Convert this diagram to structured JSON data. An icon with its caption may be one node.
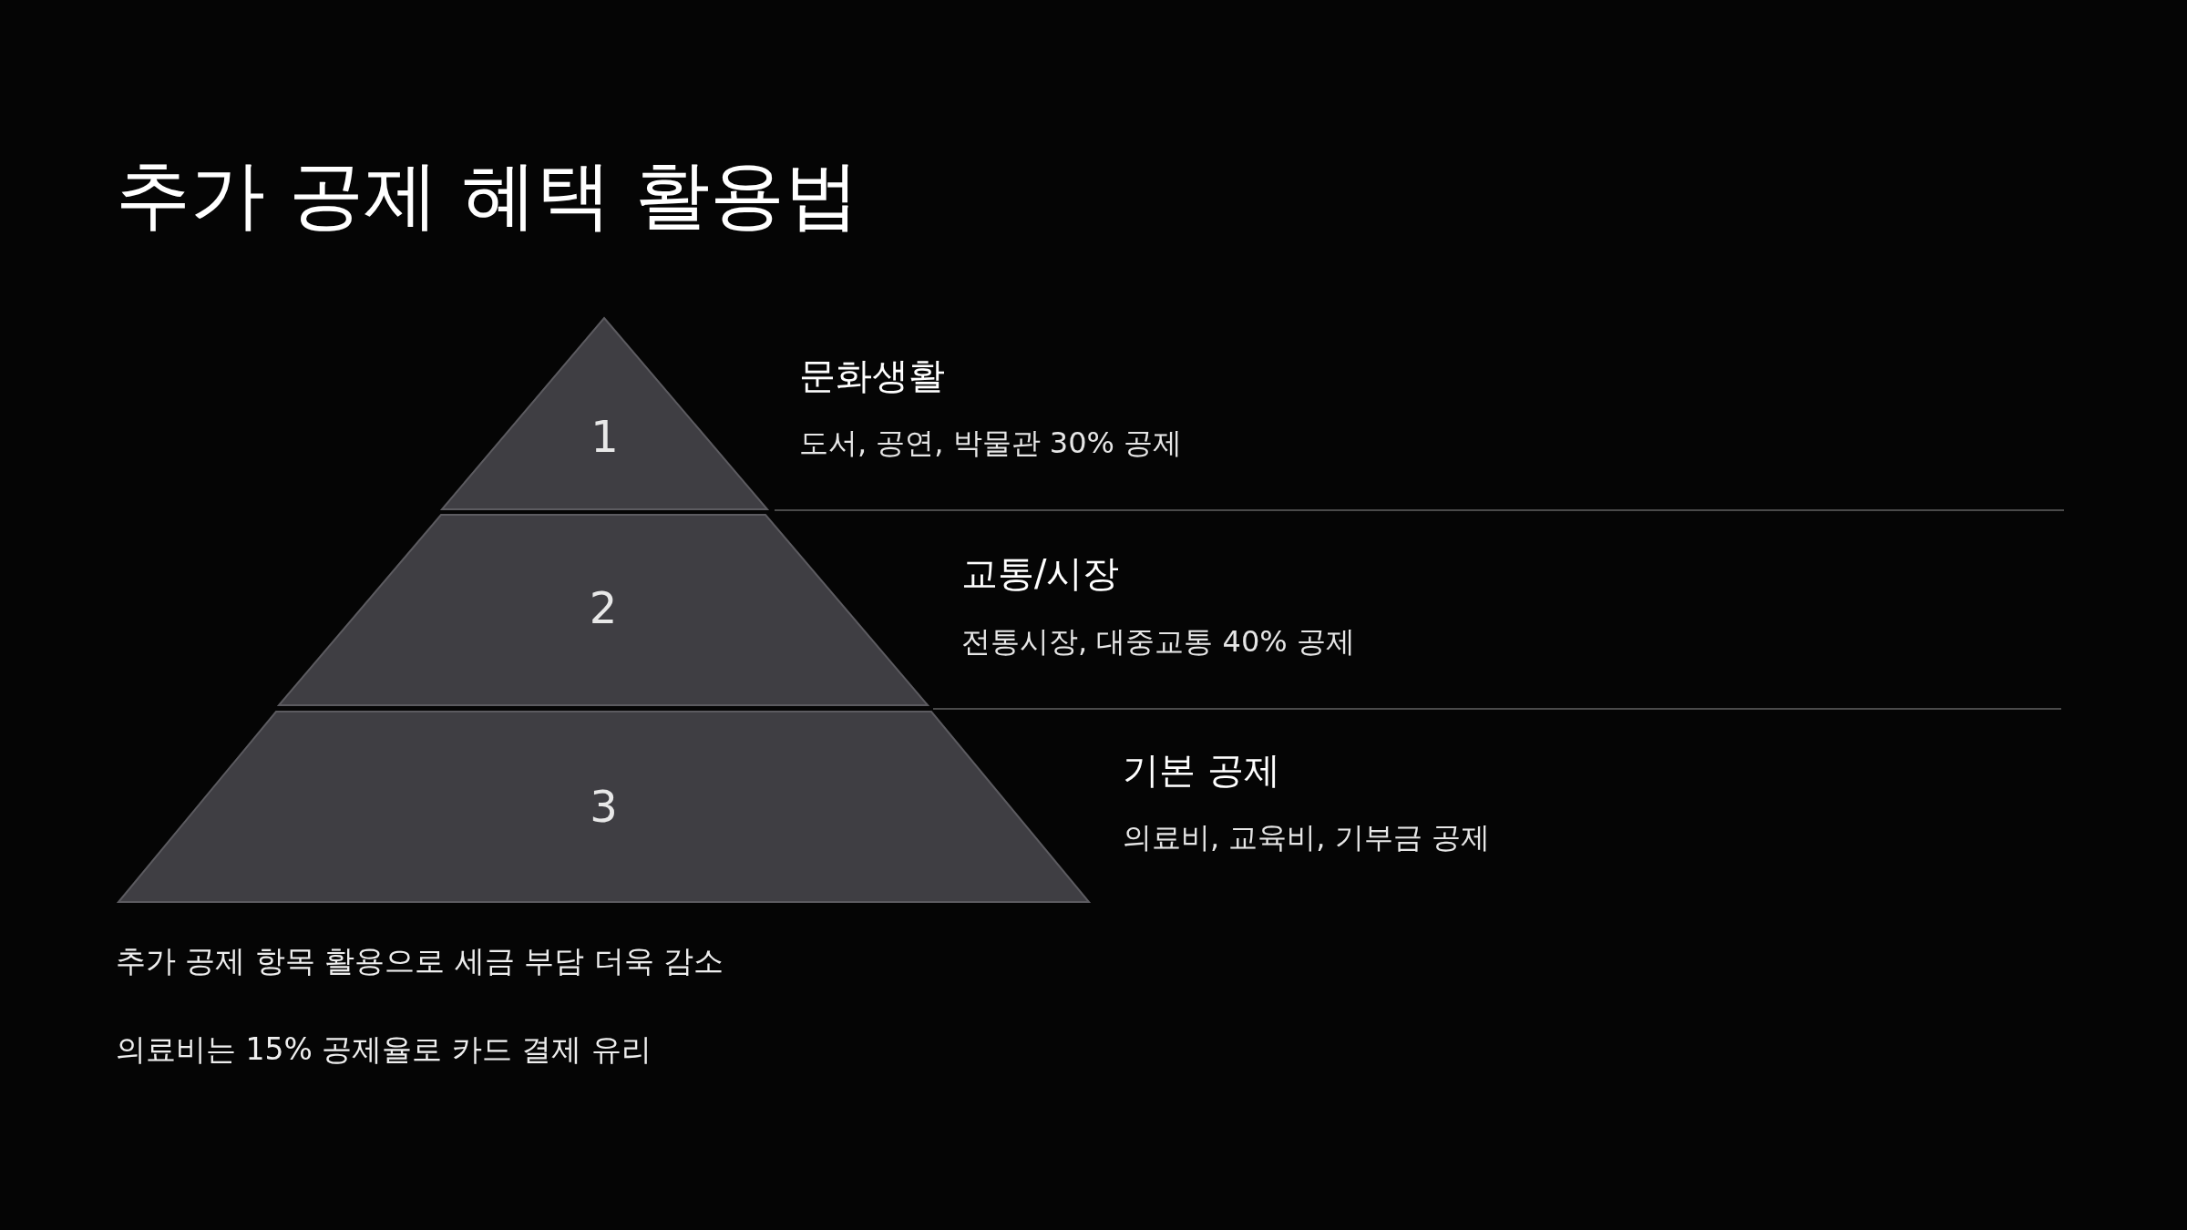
{
  "diagram": {
    "title": "추가 공제 혜택 활용법",
    "nodes": [
      {
        "text": [
          "1"
        ],
        "beside": [
          "문화생활",
          "도서, 공연, 박물관 30% 공제"
        ]
      },
      {
        "text": [
          "2"
        ],
        "beside": [
          "교통/시장",
          "전통시장, 대중교통 40% 공제"
        ]
      },
      {
        "text": [
          "3"
        ],
        "beside": [
          "기본 공제",
          "의료비, 교육비, 기부금 공제"
        ]
      }
    ],
    "labels": [
      "추가 공제 항목 활용으로 세금 부담 더욱 감소",
      "의료비는 15% 공제율로 카드 결제 유리"
    ]
  }
}
